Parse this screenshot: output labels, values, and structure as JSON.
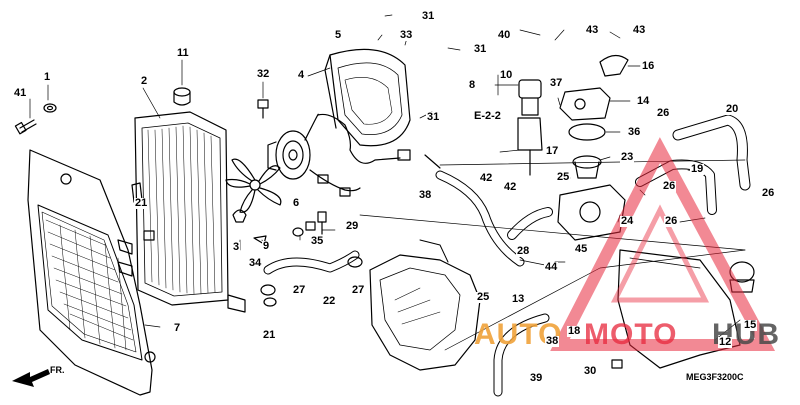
{
  "diagram": {
    "section_ref": "E-2-2",
    "code": "MEG3F3200C",
    "direction_label": "FR.",
    "watermark": {
      "part1": "AUTO",
      "part2": "MOTO",
      "part3": "HUB"
    },
    "colors": {
      "watermark_orange": "#f0a23a",
      "watermark_red": "#e8283c",
      "watermark_dark": "#4a4a4a",
      "line": "#000000"
    },
    "callouts": [
      "1",
      "41",
      "2",
      "11",
      "32",
      "4",
      "5",
      "33",
      "31",
      "31",
      "31",
      "40",
      "43",
      "43",
      "16",
      "10",
      "8",
      "37",
      "14",
      "20",
      "36",
      "26",
      "19",
      "23",
      "17",
      "42",
      "42",
      "25",
      "26",
      "26",
      "24",
      "38",
      "3",
      "21",
      "9",
      "6",
      "35",
      "29",
      "27",
      "22",
      "27",
      "34",
      "21",
      "7",
      "28",
      "25",
      "44",
      "45",
      "13",
      "18",
      "38",
      "15",
      "12",
      "39",
      "30",
      "26"
    ]
  }
}
